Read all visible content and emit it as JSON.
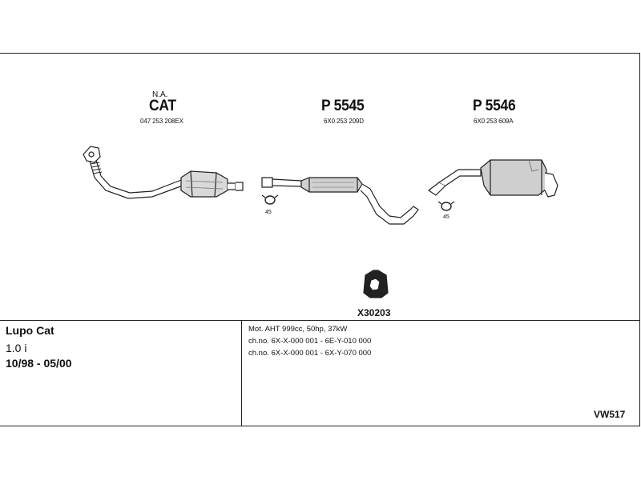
{
  "parts": {
    "cat": {
      "note": "N.A.",
      "label": "CAT",
      "oem_number": "047 253 208EX"
    },
    "middle": {
      "label": "P 5545",
      "oem_number": "6X0 253 209D",
      "clamp_qty": "45"
    },
    "rear": {
      "label": "P 5546",
      "oem_number": "6X0 253 609A",
      "clamp_qty": "45"
    },
    "mount": {
      "label": "X30203"
    }
  },
  "vehicle": {
    "model": "Lupo Cat",
    "engine": "1.0 i",
    "years": "10/98 - 05/00"
  },
  "details": [
    "Mot. AHT 999cc, 50hp, 37kW",
    "ch.no. 6X-X-000 001 - 6E-Y-010 000",
    "ch.no. 6X-X-000 001 - 6X-Y-070 000"
  ],
  "diagram_code": "VW517"
}
